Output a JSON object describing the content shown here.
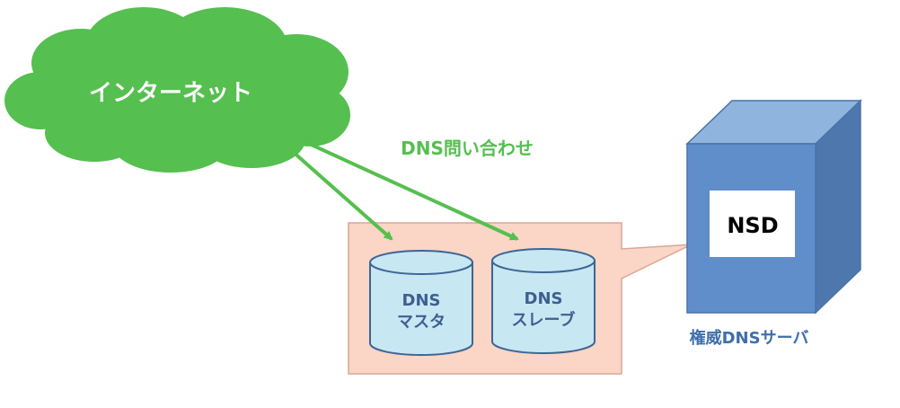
{
  "diagram": {
    "cloud_label": "インターネット",
    "query_label": "DNS問い合わせ",
    "master_line1": "DNS",
    "master_line2": "マスタ",
    "slave_line1": "DNS",
    "slave_line2": "スレーブ",
    "server_screen_label": "NSD",
    "server_caption": "権威DNSサーバ"
  },
  "colors": {
    "cloud_fill": "#55bf4f",
    "arrow": "#55bf4f",
    "query_text": "#55bf4f",
    "callout_fill": "#fbd5c5",
    "callout_stroke": "#d9a796",
    "db_fill": "#c7e7f3",
    "db_stroke": "#3e6595",
    "db_text": "#3e5f8f",
    "server_front": "#5f8ecb",
    "server_top": "#8fb4de",
    "server_side": "#4d77ad",
    "server_caption": "#3e6eab"
  }
}
